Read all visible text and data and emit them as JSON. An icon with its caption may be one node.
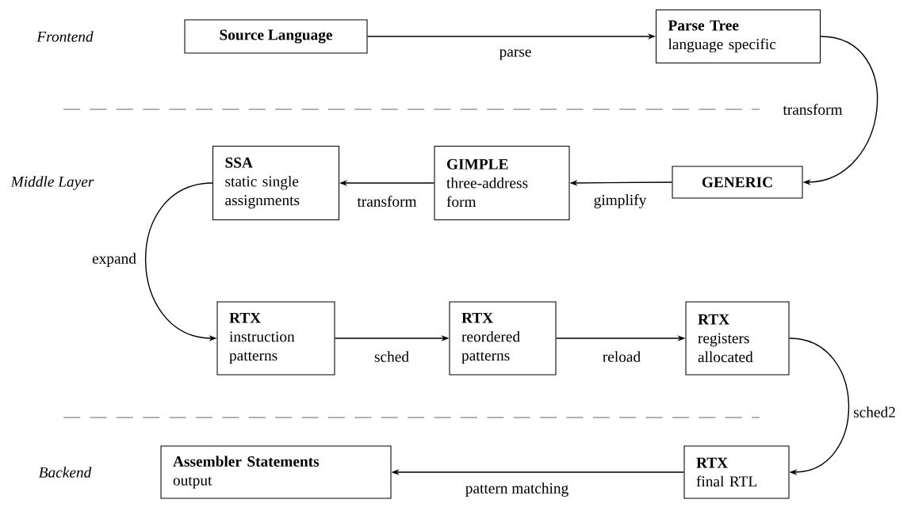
{
  "diagram": {
    "nodes": [
      {
        "text": [
          "Source Language"
        ]
      },
      {
        "text": [
          "Parse Tree",
          "language specific"
        ]
      },
      {
        "text": [
          "GENERIC"
        ]
      },
      {
        "text": [
          "GIMPLE",
          "three-address form"
        ]
      },
      {
        "text": [
          "SSA",
          "static single assignments"
        ]
      },
      {
        "text": [
          "RTX",
          "instruction patterns"
        ]
      },
      {
        "text": [
          "RTX",
          "reordered patterns"
        ]
      },
      {
        "text": [
          "RTX",
          "registers allocated"
        ]
      },
      {
        "text": [
          "Assembler Statements",
          "output"
        ]
      },
      {
        "text": [
          "RTX",
          "final RTL"
        ]
      }
    ],
    "edges": [
      {
        "from": 0,
        "to": 1,
        "arrow": "to",
        "label": "parse"
      },
      {
        "from": 1,
        "to": 2,
        "arrow": "to",
        "label": "transform"
      },
      {
        "from": 2,
        "to": 3,
        "arrow": "to",
        "label": "gimplify"
      },
      {
        "from": 3,
        "to": 4,
        "arrow": "to",
        "label": "transform"
      },
      {
        "from": 4,
        "to": 5,
        "arrow": "to",
        "label": "expand"
      },
      {
        "from": 5,
        "to": 6,
        "arrow": "to",
        "label": "sched"
      },
      {
        "from": 6,
        "to": 7,
        "arrow": "to",
        "label": "reload"
      },
      {
        "from": 7,
        "to": 9,
        "arrow": "to",
        "label": "sched2"
      },
      {
        "from": 9,
        "to": 8,
        "arrow": "to",
        "label": "pattern matching"
      }
    ],
    "labels": [
      "Frontend",
      "Middle Layer",
      "Backend"
    ]
  }
}
